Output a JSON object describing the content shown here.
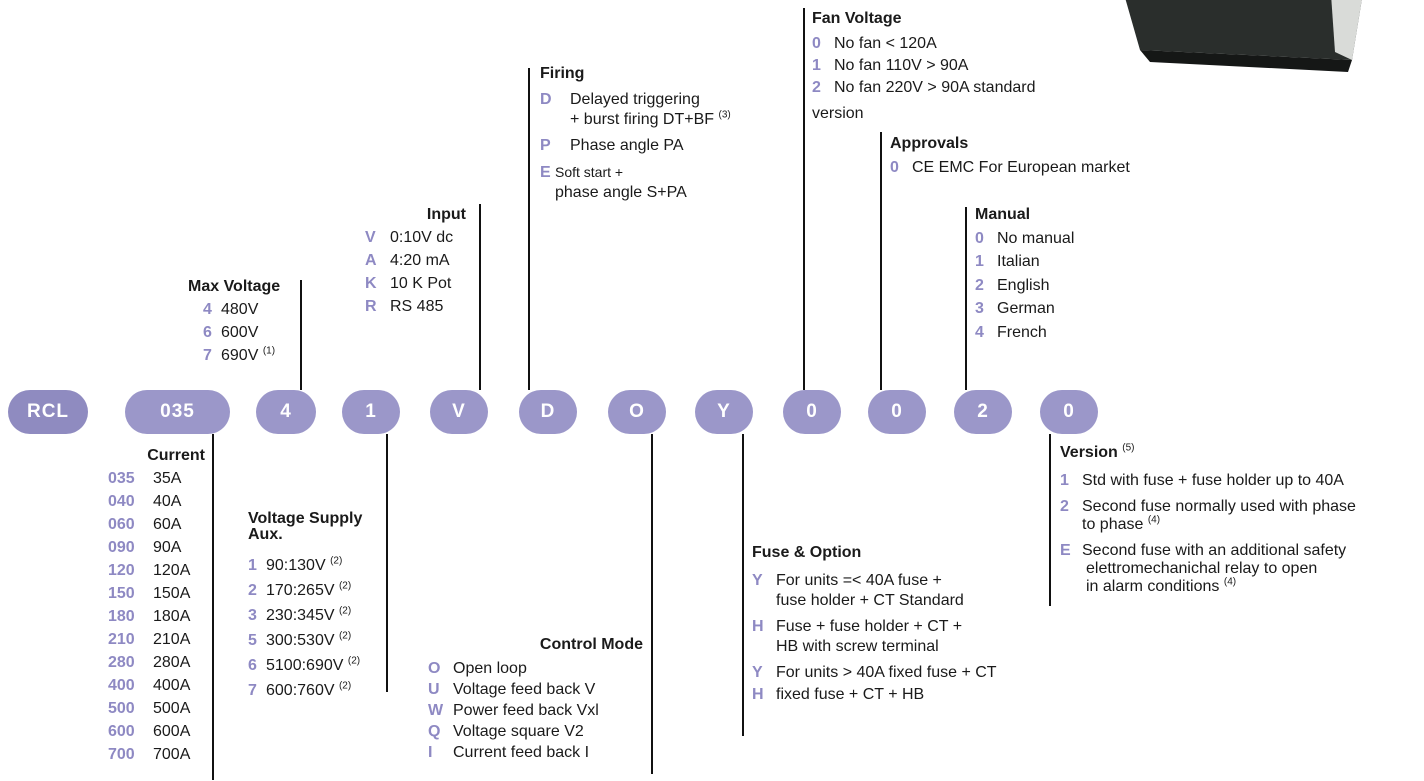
{
  "code_chain": [
    "RCL",
    "035",
    "4",
    "1",
    "V",
    "D",
    "O",
    "Y",
    "0",
    "0",
    "2",
    "0"
  ],
  "current": {
    "title": "Current",
    "items": [
      {
        "code": "035",
        "label": "35A"
      },
      {
        "code": "040",
        "label": "40A"
      },
      {
        "code": "060",
        "label": "60A"
      },
      {
        "code": "090",
        "label": "90A"
      },
      {
        "code": "120",
        "label": "120A"
      },
      {
        "code": "150",
        "label": "150A"
      },
      {
        "code": "180",
        "label": "180A"
      },
      {
        "code": "210",
        "label": "210A"
      },
      {
        "code": "280",
        "label": "280A"
      },
      {
        "code": "400",
        "label": "400A"
      },
      {
        "code": "500",
        "label": "500A"
      },
      {
        "code": "600",
        "label": "600A"
      },
      {
        "code": "700",
        "label": "700A"
      }
    ]
  },
  "max_voltage": {
    "title": "Max Voltage",
    "items": [
      {
        "code": "4",
        "label": "480V",
        "sup": ""
      },
      {
        "code": "6",
        "label": "600V",
        "sup": ""
      },
      {
        "code": "7",
        "label": "690V",
        "sup": "(1)"
      }
    ]
  },
  "voltage_supply": {
    "title_line1": "Voltage Supply",
    "title_line2": "Aux.",
    "items": [
      {
        "code": "1",
        "label": "90:130V",
        "sup": "(2)"
      },
      {
        "code": "2",
        "label": "170:265V",
        "sup": "(2)"
      },
      {
        "code": "3",
        "label": "230:345V",
        "sup": "(2)"
      },
      {
        "code": "5",
        "label": "300:530V",
        "sup": "(2)"
      },
      {
        "code": "6",
        "label": "5100:690V",
        "sup": "(2)"
      },
      {
        "code": "7",
        "label": "600:760V",
        "sup": "(2)"
      }
    ]
  },
  "input": {
    "title": "Input",
    "items": [
      {
        "code": "V",
        "label": "0:10V dc"
      },
      {
        "code": "A",
        "label": "4:20 mA"
      },
      {
        "code": "K",
        "label": "10 K Pot"
      },
      {
        "code": "R",
        "label": "RS 485"
      }
    ]
  },
  "firing": {
    "title": "Firing",
    "d_line1": "Delayed triggering",
    "d_line2": "+ burst firing DT+BF",
    "d_sup": "(3)",
    "p_label": "Phase angle PA",
    "e_line1": "Soft start +",
    "e_line2": "phase angle S+PA",
    "codes": [
      "D",
      "P",
      "E"
    ]
  },
  "control_mode": {
    "title": "Control Mode",
    "items": [
      {
        "code": "O",
        "label": "Open loop"
      },
      {
        "code": "U",
        "label": "Voltage feed back V"
      },
      {
        "code": "W",
        "label": "Power feed back Vxl"
      },
      {
        "code": "Q",
        "label": "Voltage square V2"
      },
      {
        "code": "I",
        "label": "Current feed back I"
      }
    ]
  },
  "fuse_option": {
    "title": "Fuse & Option",
    "y1_line1": "For units =< 40A fuse +",
    "y1_line2": "fuse holder + CT Standard",
    "h1_line1": "Fuse + fuse holder + CT +",
    "h1_line2": "HB with screw terminal",
    "y2_label": "For units > 40A fixed fuse + CT",
    "h2_label": "fixed fuse + CT + HB",
    "codes": [
      "Y",
      "H",
      "Y",
      "H"
    ]
  },
  "fan_voltage": {
    "title": "Fan Voltage",
    "items": [
      {
        "code": "0",
        "label": "No fan < 120A"
      },
      {
        "code": "1",
        "label": "No fan 110V > 90A"
      },
      {
        "code": "2",
        "label": "No fan 220V > 90A standard"
      }
    ],
    "continuation": "version"
  },
  "approvals": {
    "title": "Approvals",
    "items": [
      {
        "code": "0",
        "label": "CE EMC For European market"
      }
    ]
  },
  "manual": {
    "title": "Manual",
    "items": [
      {
        "code": "0",
        "label": "No manual"
      },
      {
        "code": "1",
        "label": "Italian"
      },
      {
        "code": "2",
        "label": "English"
      },
      {
        "code": "3",
        "label": "German"
      },
      {
        "code": "4",
        "label": "French"
      }
    ]
  },
  "version": {
    "title": "Version",
    "title_sup": "(5)",
    "l1": "Std with fuse + fuse holder up to 40A",
    "l2_line1": "Second fuse normally used with phase",
    "l2_line2": "to phase",
    "l2_sup": "(4)",
    "le_line1": "Second fuse with an additional safety",
    "le_line2": "elettromechanichal relay to open",
    "le_line3": "in alarm conditions",
    "le_sup": "(4)",
    "codes": [
      "1",
      "2",
      "E"
    ]
  },
  "colors": {
    "pill": "#9b97c9",
    "code": "#8e89c3",
    "line": "#111111"
  }
}
